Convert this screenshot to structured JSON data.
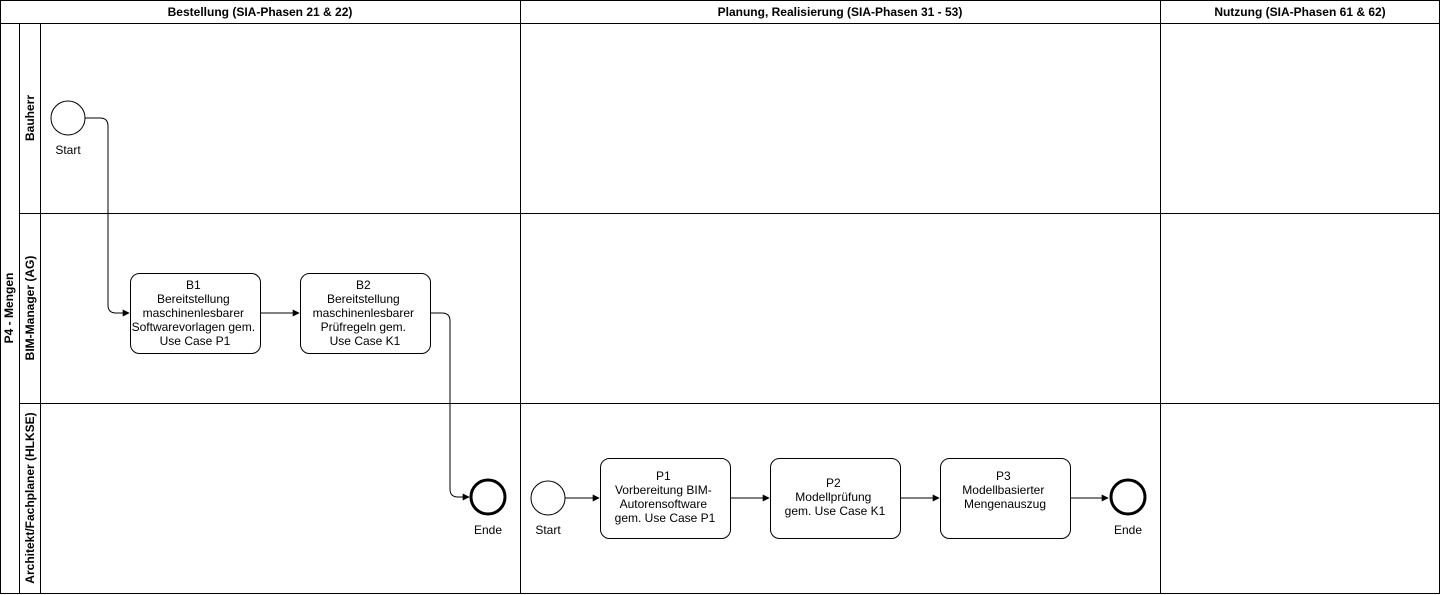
{
  "pool": {
    "title": "P4 - Mengen"
  },
  "phases": [
    {
      "label": "Bestellung (SIA-Phasen 21 & 22)"
    },
    {
      "label": "Planung, Realisierung (SIA-Phasen 31 - 53)"
    },
    {
      "label": "Nutzung (SIA-Phasen 61 & 62)"
    }
  ],
  "lanes": [
    {
      "label": "Bauherr"
    },
    {
      "label": "BIM-Manager (AG)"
    },
    {
      "label": "Architekt/Fachplaner (HLKSE)"
    }
  ],
  "events": {
    "start_bauherr": {
      "label": "Start"
    },
    "end_lane3_a": {
      "label": "Ende"
    },
    "start_lane3": {
      "label": "Start"
    },
    "end_lane3_b": {
      "label": "Ende"
    }
  },
  "tasks": {
    "b1": {
      "lines": [
        "B1",
        "Bereitstellung",
        "maschinenlesbarer",
        "Softwarevorlagen gem.",
        "Use Case P1"
      ]
    },
    "b2": {
      "lines": [
        "B2",
        "Bereitstellung",
        "maschinenlesbarer",
        "Prüfregeln gem.",
        "Use Case K1"
      ]
    },
    "p1": {
      "lines": [
        "P1",
        "Vorbereitung BIM-",
        "Autorensoftware",
        "gem. Use Case P1"
      ]
    },
    "p2": {
      "lines": [
        "P2",
        "Modellprüfung",
        "gem. Use Case K1"
      ]
    },
    "p3": {
      "lines": [
        "P3",
        "Modellbasierter",
        "Mengenauszug"
      ]
    }
  }
}
